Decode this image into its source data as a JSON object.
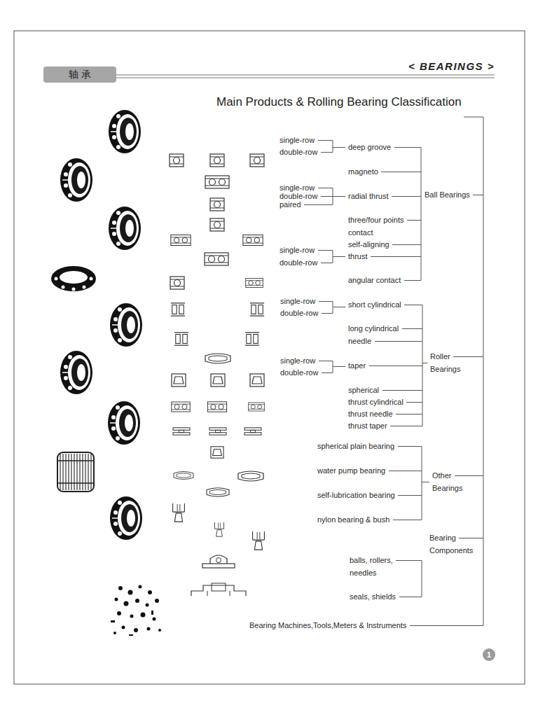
{
  "diagram": {
    "title": "Main Products & Rolling Bearing Classification",
    "nodes": [
      {
        "text": [
          "轴 承"
        ]
      },
      {
        "text": [
          "1"
        ]
      }
    ],
    "labels": [
      "< BEARINGS >",
      "single-row",
      "double-row",
      "deep groove",
      "magneto",
      "single-row",
      "double-row",
      "paired",
      "radial thrust",
      "three/four points contact",
      "single-row",
      "self-aligning",
      "double-row",
      "thrust",
      "angular contact",
      "Ball Bearings",
      "single-row",
      "double-row",
      "short cylindrical",
      "long cylindrical",
      "needle",
      "single-row",
      "double-row",
      "taper",
      "spherical",
      "thrust cylindrical",
      "thrust needle",
      "thrust taper",
      "Roller Bearings",
      "spherical plain bearing",
      "water pump bearing",
      "self-lubrication bearing",
      "nylon bearing & bush",
      "Other Bearings",
      "Bearing Components",
      "balls, rollers, needles",
      "seals, shields",
      "Bearing Machines,Tools,Meters & Instruments"
    ]
  }
}
